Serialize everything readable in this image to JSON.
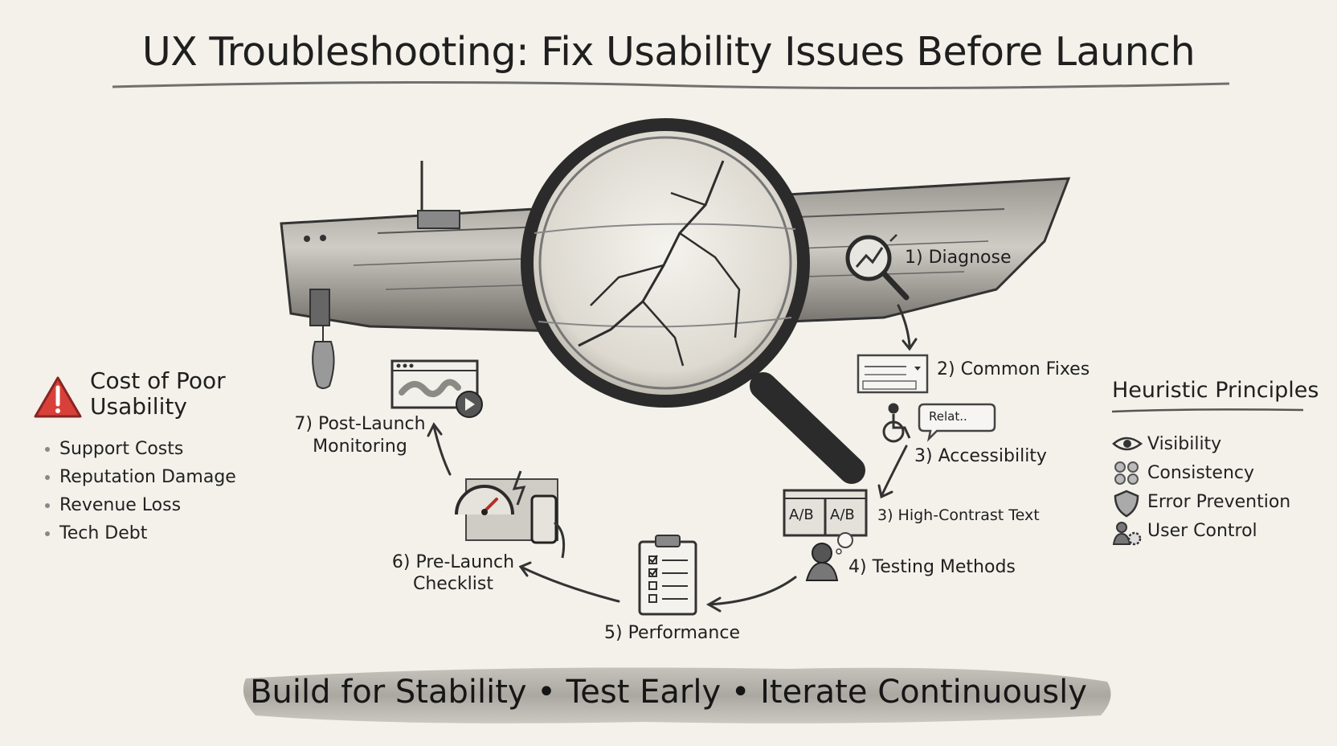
{
  "title": "UX Troubleshooting: Fix Usability Issues Before Launch",
  "cycle": {
    "step1": "1) Diagnose",
    "step2": "2) Common Fixes",
    "step3a": "3) Accessibility",
    "step3b": "3) High-Contrast Text",
    "step4": "4) Testing Methods",
    "step5": "5) Performance",
    "step6_line1": "6) Pre-Launch",
    "step6_line2": "Checklist",
    "step7_line1": "7) Post-Launch",
    "step7_line2": "Monitoring",
    "ab_left": "A/B",
    "ab_right": "A/B",
    "speech_text": "Relat.."
  },
  "cost": {
    "heading": "Cost of Poor Usability",
    "items": [
      "Support Costs",
      "Reputation Damage",
      "Revenue Loss",
      "Tech Debt"
    ]
  },
  "heuristics": {
    "heading": "Heuristic Principles",
    "items": [
      {
        "label": "Visibility",
        "icon": "eye-icon"
      },
      {
        "label": "Consistency",
        "icon": "four-dots-icon"
      },
      {
        "label": "Error Prevention",
        "icon": "shield-icon"
      },
      {
        "label": "User Control",
        "icon": "user-gear-icon"
      }
    ]
  },
  "banner": "Build for Stability • Test Early • Iterate Continuously",
  "colors": {
    "background": "#f3f1ea",
    "warning": "#d9403a",
    "ink": "#222222"
  }
}
